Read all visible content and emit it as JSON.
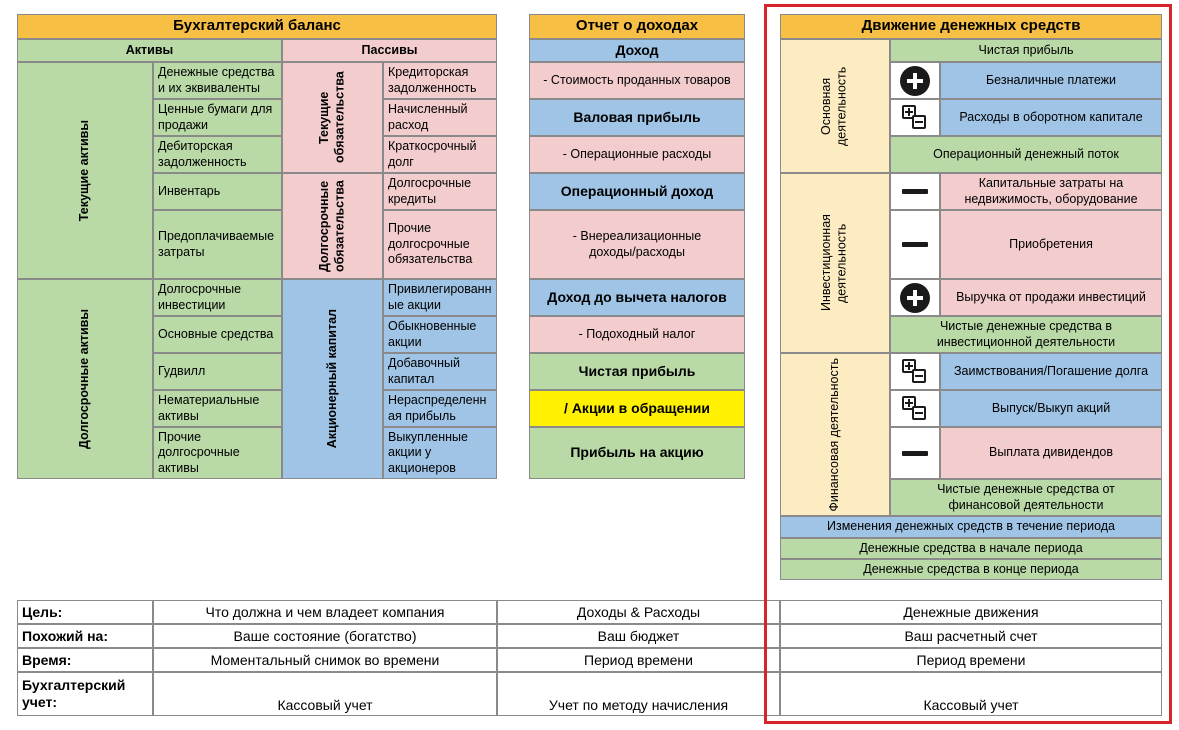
{
  "balance": {
    "title": "Бухгалтерский баланс",
    "assets_header": "Активы",
    "liabilities_header": "Пассивы",
    "current_assets_label": "Текущие активы",
    "current_assets": [
      "Денежные средства и их эквиваленты",
      "Ценные бумаги для продажи",
      "Дебиторская задолженность",
      "Инвентарь",
      "Предоплачиваемые затраты"
    ],
    "longterm_assets_label": "Долгосрочные активы",
    "longterm_assets": [
      "Долгосрочные инвестиции",
      "Основные средства",
      "Гудвилл",
      "Нематериальные активы",
      "Прочие долгосрочные активы"
    ],
    "current_liab_label": "Текущие обязательства",
    "current_liab": [
      "Кредиторская задолженность",
      "Начисленный расход",
      "Краткосрочный долг"
    ],
    "longterm_liab_label": "Долгосрочные обязательства",
    "longterm_liab": [
      "Долгосрочные кредиты",
      "Прочие долгосрочные обязательства"
    ],
    "equity_label": "Акционерный капитал",
    "equity": [
      "Привилегированн ые акции",
      "Обыкновенные акции",
      "Добавочный капитал",
      "Нераспределенн ая прибыль",
      "Выкупленные акции у акционеров"
    ]
  },
  "income": {
    "title": "Отчет о доходах",
    "rows": [
      "Доход",
      "- Стоимость проданных товаров",
      "Валовая прибыль",
      "- Операционные расходы",
      "Операционный доход",
      "- Внереализационные доходы/расходы",
      "Доход до вычета налогов",
      "- Подоходный налог",
      "Чистая прибыль",
      "/ Акции в обращении",
      "Прибыль на акцию"
    ]
  },
  "cashflow": {
    "title": "Движение денежных средств",
    "operating_label": "Основная деятельность",
    "net_income": "Чистая прибыль",
    "noncash": "Безналичные платежи",
    "working_capital": "Расходы в оборотном капитале",
    "operating_cf": "Операционный денежный поток",
    "investing_label": "Инвестиционная деятельность",
    "capex": "Капитальные затраты на недвижимость, оборудование",
    "acquisitions": "Приобретения",
    "investment_sale": "Выручка от продажи инвестиций",
    "investing_cf": "Чистые денежные средства в инвестиционной деятельности",
    "financing_label": "Финансовая деятельность",
    "debt": "Заимствования/Погашение долга",
    "shares": "Выпуск/Выкуп акций",
    "dividends": "Выплата дивидендов",
    "financing_cf": "Чистые денежные средства от финансовой деятельности",
    "change": "Изменения денежных средств в течение периода",
    "begin": "Денежные средства в начале периода",
    "end": "Денежные средства в конце периода"
  },
  "comparison": {
    "rows": [
      {
        "label": "Цель:",
        "balance": "Что должна и чем владеет компания",
        "income": "Доходы & Расходы",
        "cash": "Денежные движения"
      },
      {
        "label": "Похожий на:",
        "balance": "Ваше состояние (богатство)",
        "income": "Ваш бюджет",
        "cash": "Ваш расчетный счет"
      },
      {
        "label": "Время:",
        "balance": "Моментальный снимок во времени",
        "income": "Период времени",
        "cash": "Период времени"
      },
      {
        "label": "Бухгалтерский учет:",
        "balance": "Кассовый учет",
        "income": "Учет по методу начисления",
        "cash": "Кассовый учет"
      }
    ]
  },
  "colors": {
    "header_orange": "#f7bf44",
    "green": "#b9d9a7",
    "pink": "#f3cccd",
    "blue": "#9fc4e6",
    "light_yellow": "#fdebc2",
    "yellow": "#fff100",
    "highlight_red": "#d9242a"
  },
  "icons": {
    "plus": "plus-circle-icon",
    "minus": "minus-icon",
    "plus_minus": "plus-minus-icon"
  }
}
